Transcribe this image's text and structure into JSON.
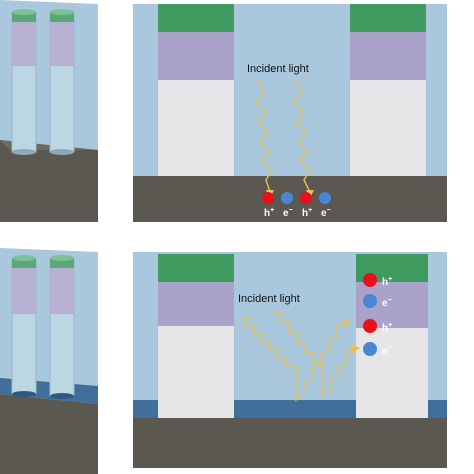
{
  "top_panel": {
    "incident_label": "Incident light",
    "carriers": [
      {
        "symbol": "h",
        "charge": "+",
        "color": "#e8101a"
      },
      {
        "symbol": "e",
        "charge": "−",
        "color": "#4a86d4"
      },
      {
        "symbol": "h",
        "charge": "+",
        "color": "#e8101a"
      },
      {
        "symbol": "e",
        "charge": "−",
        "color": "#4a86d4"
      }
    ]
  },
  "bottom_panel": {
    "incident_label": "Incident light",
    "carriers": [
      {
        "symbol": "h",
        "charge": "+",
        "color": "#e8101a"
      },
      {
        "symbol": "e",
        "charge": "−",
        "color": "#4a86d4"
      },
      {
        "symbol": "h",
        "charge": "+",
        "color": "#e8101a"
      },
      {
        "symbol": "e",
        "charge": "−",
        "color": "#4a86d4"
      }
    ]
  },
  "colors": {
    "background_sky": "#a9c8dd",
    "substrate": "#5a5850",
    "top_contact": "#3e9a5e",
    "absorber": "#aaa2c8",
    "base": "#e6e6e8",
    "water": "#3f6f9a",
    "light_ray": "#e3c25c"
  }
}
